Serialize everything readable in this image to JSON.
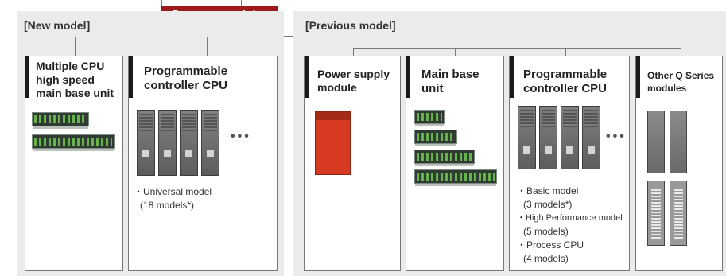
{
  "common_modules": "Common modules",
  "new_model": {
    "title": "[New model]",
    "cards": [
      {
        "title_lines": [
          "Multiple CPU",
          "high speed",
          "main base unit"
        ]
      },
      {
        "title_lines": [
          "Programmable",
          "controller CPU"
        ],
        "notes": [
          "・Universal model",
          "(18 models*)"
        ]
      }
    ]
  },
  "previous_model": {
    "title": "[Previous model]",
    "cards": [
      {
        "title_lines": [
          "Power supply",
          "module"
        ]
      },
      {
        "title_lines": [
          "Main base",
          "unit"
        ]
      },
      {
        "title_lines": [
          "Programmable",
          "controller CPU"
        ],
        "notes": [
          "・Basic model",
          "(3 models*)",
          "・High Performance model",
          "(5 models)",
          "・Process CPU",
          "(4 models)"
        ]
      },
      {
        "title_lines": [
          "Other Q Series",
          "modules"
        ]
      }
    ]
  },
  "ellipsis": "•••",
  "colors": {
    "badge": "#9e1b1b",
    "panel": "#ebebeb",
    "accent": "#1a1a1a"
  }
}
